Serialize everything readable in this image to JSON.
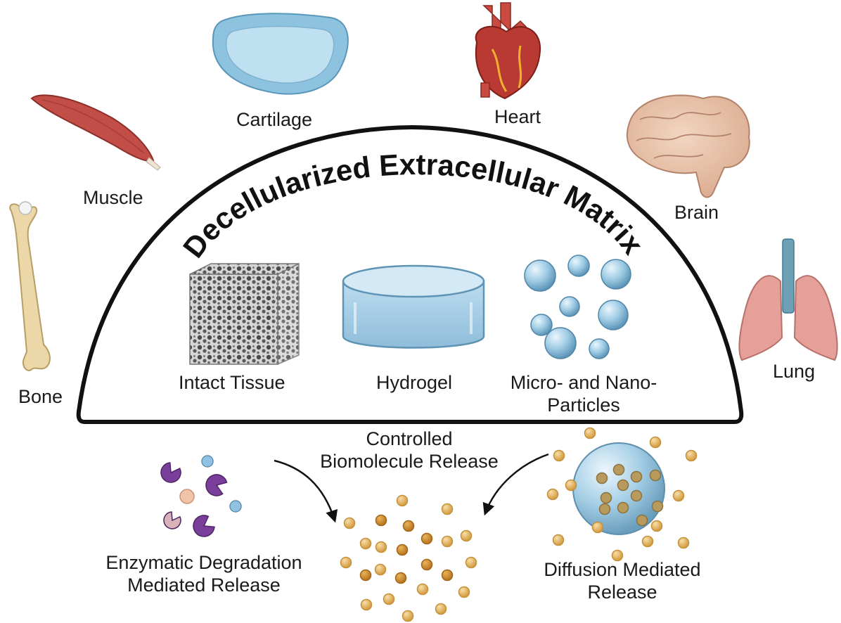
{
  "title": "Decellularized Extracellular Matrix",
  "organs": {
    "cartilage": "Cartilage",
    "heart": "Heart",
    "muscle": "Muscle",
    "brain": "Brain",
    "bone": "Bone",
    "lung": "Lung"
  },
  "forms": {
    "intact_tissue": "Intact Tissue",
    "hydrogel": "Hydrogel",
    "particles_line1": "Micro- and Nano-",
    "particles_line2": "Particles"
  },
  "release": {
    "controlled_line1": "Controlled",
    "controlled_line2": "Biomolecule Release",
    "enzymatic_line1": "Enzymatic Degradation",
    "enzymatic_line2": "Mediated Release",
    "diffusion_line1": "Diffusion Mediated",
    "diffusion_line2": "Release"
  },
  "colors": {
    "muscle": "#c0504d",
    "bone": "#e8d2a0",
    "cartilage": "#a9d3ea",
    "heart": "#b8322d",
    "brain": "#e8c2aa",
    "lung": "#e6a19b",
    "trachea": "#6fa1b6",
    "hydrogel": "#a7cde4",
    "particle": "#8ec0de",
    "biomolecule": "#e0b260",
    "enzyme": "#7a3f9a"
  }
}
